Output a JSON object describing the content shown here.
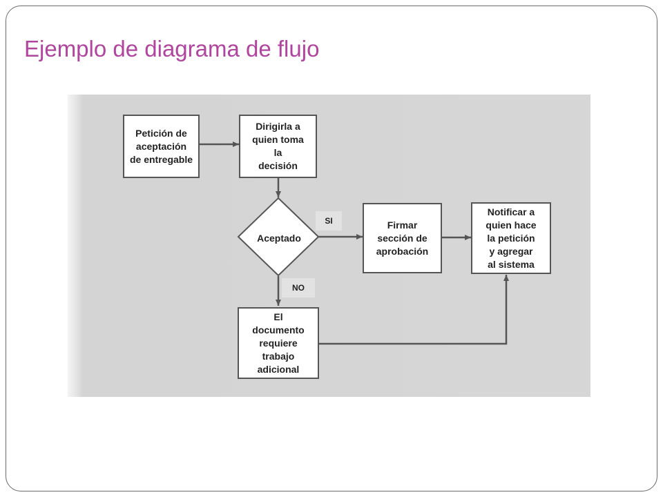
{
  "slide": {
    "title": "Ejemplo de diagrama de flujo"
  },
  "flowchart": {
    "nodes": {
      "peticion": "Petición de\naceptación\nde entregable",
      "dirigirla": "Dirigirla a\nquien toma\nla\ndecisión",
      "aceptado": "Aceptado",
      "firmar": "Firmar\nsección de\naprobación",
      "notificar": "Notificar a\nquien hace\nla petición\ny agregar\nal sistema",
      "documento": "El\ndocumento\nrequiere\ntrabajo\nadicional"
    },
    "branches": {
      "yes": "SI",
      "no": "NO"
    }
  },
  "colors": {
    "title": "#b0449f",
    "panel": "#d6d6d6",
    "stroke": "#555555"
  }
}
